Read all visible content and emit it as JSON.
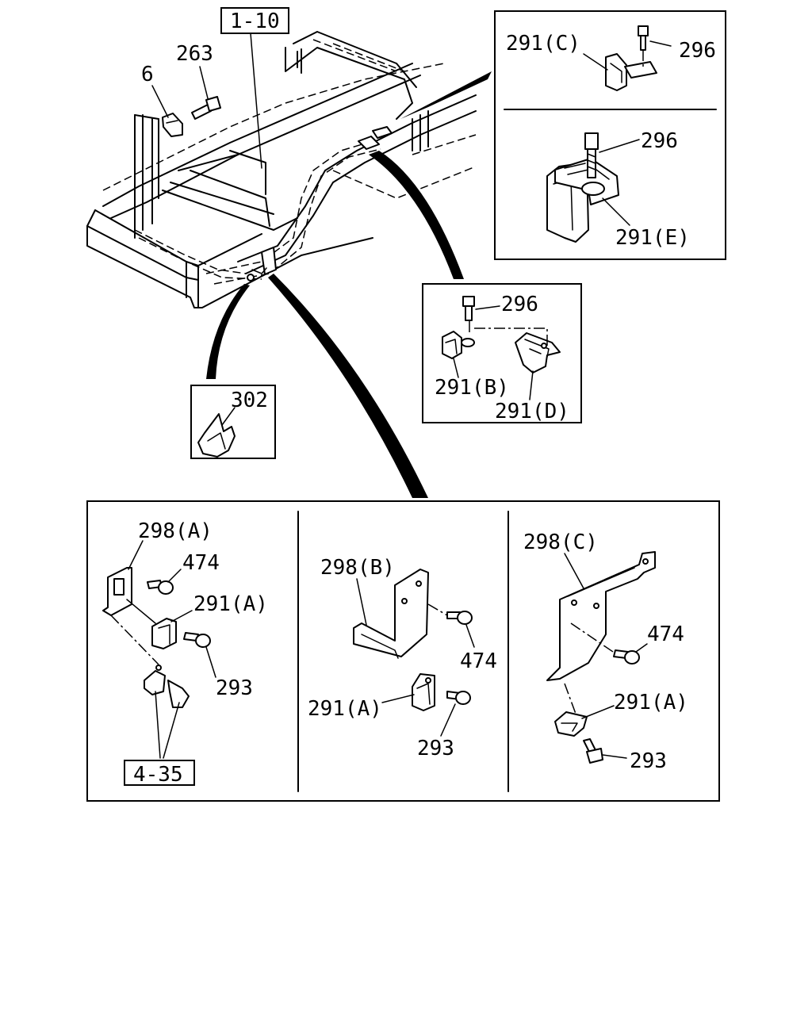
{
  "diagram": {
    "callouts": {
      "ref_1_10": "1-10",
      "ref_4_35": "4-35",
      "p6": "6",
      "p263": "263",
      "p291c": "291(C)",
      "p296_top": "296",
      "p296_mid": "296",
      "p291e": "291(E)",
      "p296_b": "296",
      "p291b": "291(B)",
      "p291d": "291(D)",
      "p302": "302",
      "p298a": "298(A)",
      "p474_a": "474",
      "p291a_1": "291(A)",
      "p293_1": "293",
      "p298b": "298(B)",
      "p474_b": "474",
      "p291a_2": "291(A)",
      "p293_2": "293",
      "p298c": "298(C)",
      "p474_c": "474",
      "p291a_3": "291(A)",
      "p293_3": "293"
    }
  }
}
